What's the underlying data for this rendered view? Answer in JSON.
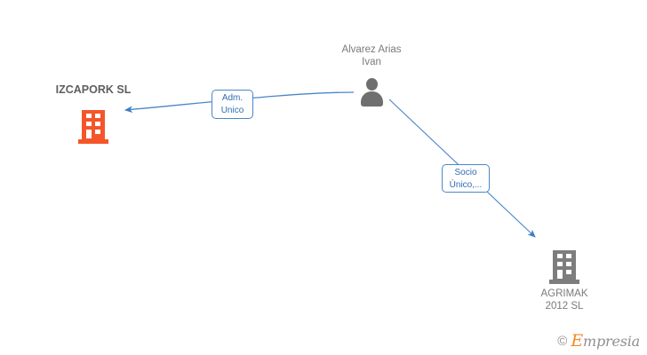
{
  "diagram": {
    "type": "corporate-relationship-graph",
    "background_color": "#ffffff",
    "nodes": [
      {
        "id": "izcapork",
        "kind": "company",
        "icon": "building-icon",
        "icon_color": "#f4562a",
        "label": "IZCAPORK SL",
        "label_position": "above",
        "emphasis": "bold"
      },
      {
        "id": "alvarez",
        "kind": "person",
        "icon": "person-icon",
        "icon_color": "#6f6f6f",
        "label": "Alvarez Arias\nIvan",
        "label_position": "above",
        "emphasis": "normal"
      },
      {
        "id": "agrimak",
        "kind": "company",
        "icon": "building-icon",
        "icon_color": "#7d7d7d",
        "label": "AGRIMAK\n2012  SL",
        "label_position": "below",
        "emphasis": "normal"
      }
    ],
    "edges": [
      {
        "id": "edge-adm-unico",
        "from": "alvarez",
        "to": "izcapork",
        "label": "Adm.\nUnico",
        "color": "#4a86c8",
        "arrow": "to"
      },
      {
        "id": "edge-socio-unico",
        "from": "alvarez",
        "to": "agrimak",
        "label": "Socio\nÚnico,...",
        "color": "#4a86c8",
        "arrow": "to"
      }
    ]
  },
  "watermark": {
    "copyright": "©",
    "brand_initial": "E",
    "brand_rest": "mpresia",
    "brand_color": "#f08b25",
    "text_color": "#8f8f8f"
  }
}
